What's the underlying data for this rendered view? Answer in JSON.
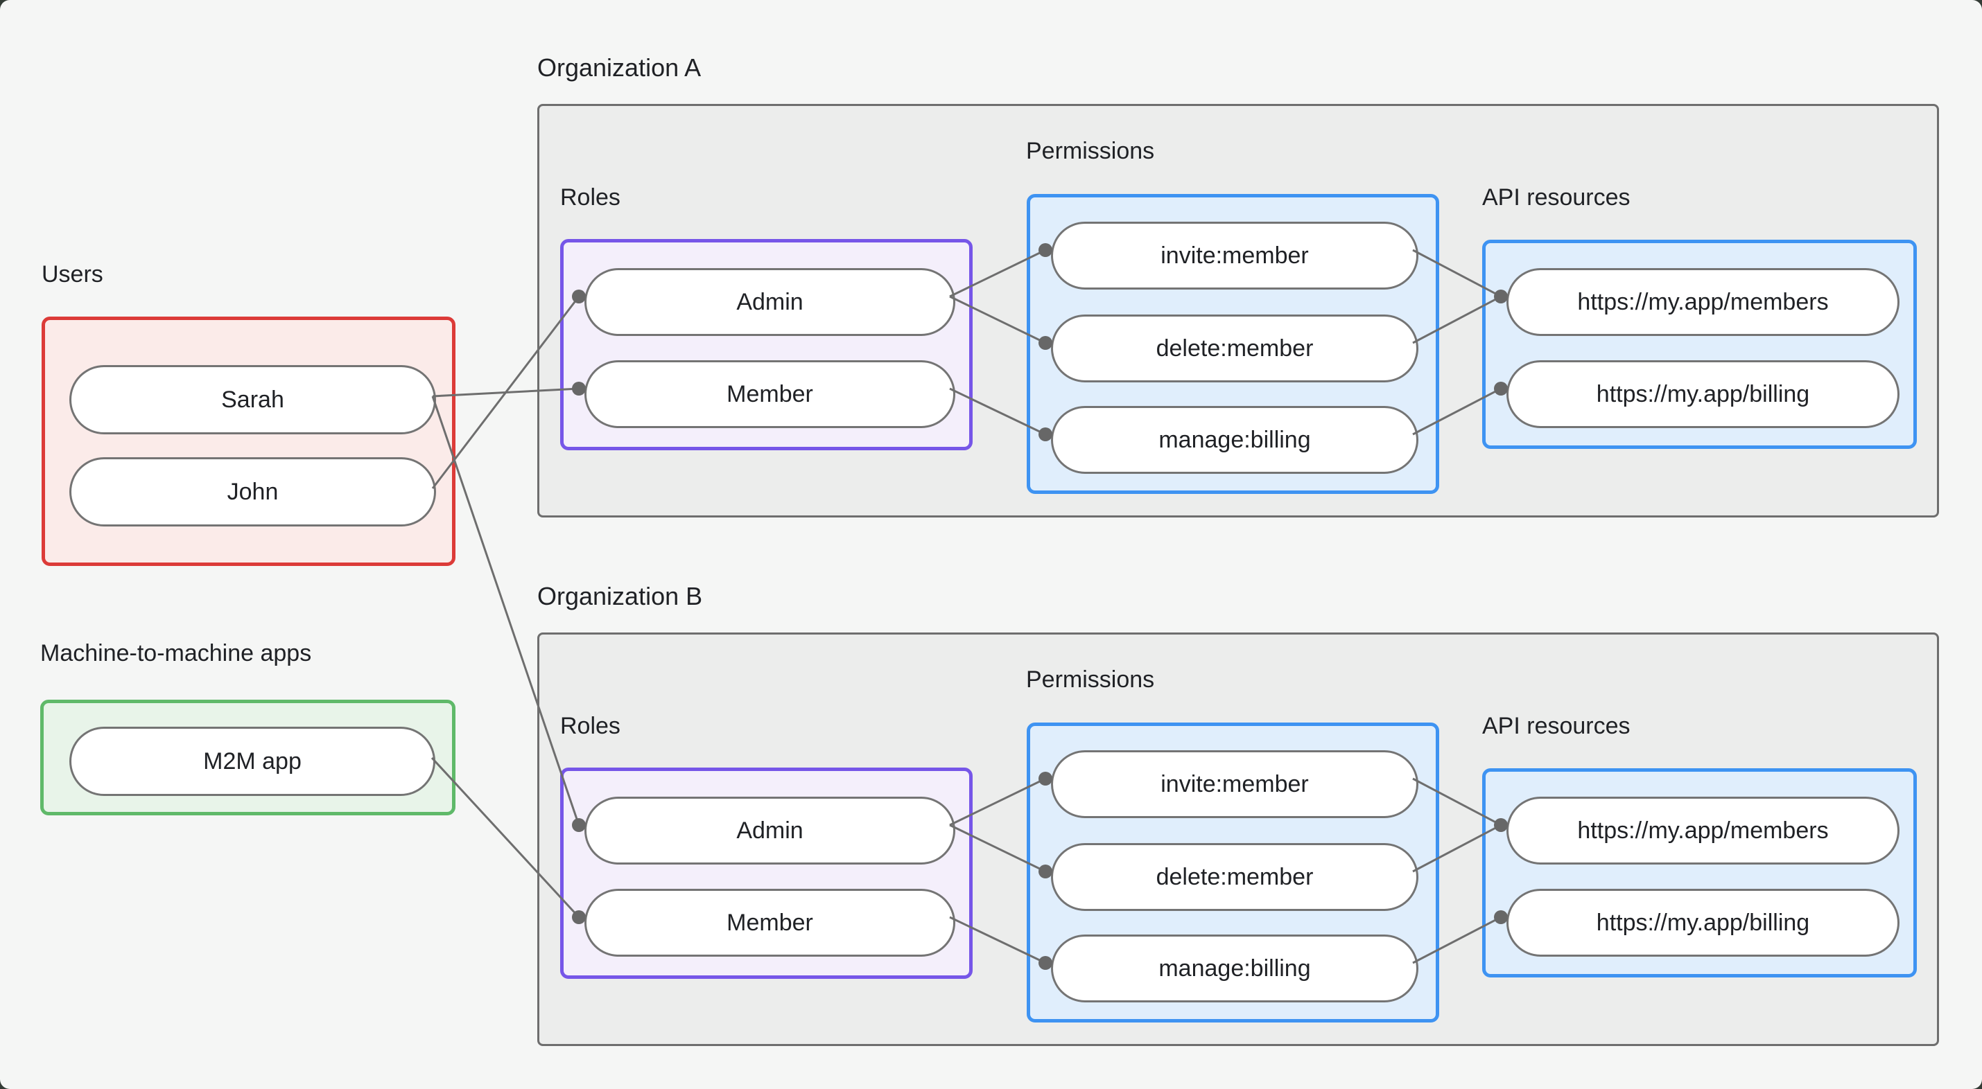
{
  "groups": {
    "users": {
      "label": "Users",
      "items": [
        "Sarah",
        "John"
      ]
    },
    "m2m": {
      "label": "Machine-to-machine apps",
      "items": [
        "M2M app"
      ]
    }
  },
  "orgs": [
    {
      "title": "Organization A",
      "roles_label": "Roles",
      "permissions_label": "Permissions",
      "api_label": "API resources",
      "roles": [
        "Admin",
        "Member"
      ],
      "permissions": [
        "invite:member",
        "delete:member",
        "manage:billing"
      ],
      "api_resources": [
        "https://my.app/members",
        "https://my.app/billing"
      ]
    },
    {
      "title": "Organization B",
      "roles_label": "Roles",
      "permissions_label": "Permissions",
      "api_label": "API resources",
      "roles": [
        "Admin",
        "Member"
      ],
      "permissions": [
        "invite:member",
        "delete:member",
        "manage:billing"
      ],
      "api_resources": [
        "https://my.app/members",
        "https://my.app/billing"
      ]
    }
  ],
  "edges": [
    {
      "from": "users.Sarah",
      "to": "orgA.roles.Member"
    },
    {
      "from": "users.John",
      "to": "orgA.roles.Admin"
    },
    {
      "from": "users.Sarah",
      "to": "orgB.roles.Admin"
    },
    {
      "from": "m2m.M2M app",
      "to": "orgB.roles.Member"
    },
    {
      "from": "orgA.roles.Admin",
      "to": "orgA.permissions.invite:member"
    },
    {
      "from": "orgA.roles.Admin",
      "to": "orgA.permissions.delete:member"
    },
    {
      "from": "orgA.roles.Member",
      "to": "orgA.permissions.manage:billing"
    },
    {
      "from": "orgA.permissions.invite:member",
      "to": "orgA.api.https://my.app/members"
    },
    {
      "from": "orgA.permissions.delete:member",
      "to": "orgA.api.https://my.app/members"
    },
    {
      "from": "orgA.permissions.manage:billing",
      "to": "orgA.api.https://my.app/billing"
    },
    {
      "from": "orgB.roles.Admin",
      "to": "orgB.permissions.invite:member"
    },
    {
      "from": "orgB.roles.Admin",
      "to": "orgB.permissions.delete:member"
    },
    {
      "from": "orgB.roles.Member",
      "to": "orgB.permissions.manage:billing"
    },
    {
      "from": "orgB.permissions.invite:member",
      "to": "orgB.api.https://my.app/members"
    },
    {
      "from": "orgB.permissions.delete:member",
      "to": "orgB.api.https://my.app/members"
    },
    {
      "from": "orgB.permissions.manage:billing",
      "to": "orgB.api.https://my.app/billing"
    }
  ],
  "colors": {
    "page_bg": "#F5F6F5",
    "text": "#1F2125",
    "org_fill": "#ECEDEC",
    "org_border": "#6E6E6E",
    "red_border": "#DC3B38",
    "red_fill": "#FBEBE9",
    "green_border": "#5FB969",
    "green_fill": "#E8F4E9",
    "purple_border": "#7656E8",
    "purple_fill": "#F4EFFB",
    "blue_border": "#3E93F2",
    "blue_fill": "#E0EEFC",
    "pill_border": "#747474",
    "pill_fill": "#FFFFFF",
    "line": "#6E6E6E",
    "dot": "#676767"
  }
}
